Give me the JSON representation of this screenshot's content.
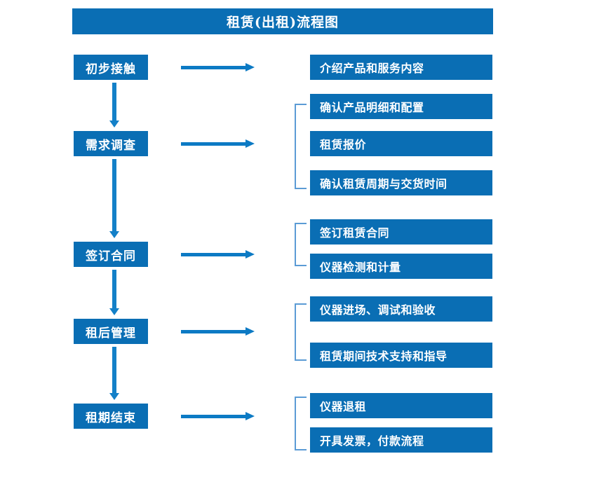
{
  "title": "租赁(出租)流程图",
  "colors": {
    "box_fill": "#0a6eb4",
    "box_text": "#ffffff",
    "arrow": "#0c7ac4",
    "vertical_arrow": "#1380c8",
    "bracket": "#5b9bd5",
    "background": "#ffffff"
  },
  "stages": [
    {
      "label": "初步接触"
    },
    {
      "label": "需求调查"
    },
    {
      "label": "签订合同"
    },
    {
      "label": "租后管理"
    },
    {
      "label": "租期结束"
    }
  ],
  "details": [
    {
      "label": "介绍产品和服务内容"
    },
    {
      "label": "确认产品明细和配置"
    },
    {
      "label": "租赁报价"
    },
    {
      "label": "确认租赁周期与交货时间"
    },
    {
      "label": "签订租赁合同"
    },
    {
      "label": "仪器检测和计量"
    },
    {
      "label": "仪器进场、调试和验收"
    },
    {
      "label": "租赁期间技术支持和指导"
    },
    {
      "label": "仪器退租"
    },
    {
      "label": "开具发票，付款流程"
    }
  ]
}
